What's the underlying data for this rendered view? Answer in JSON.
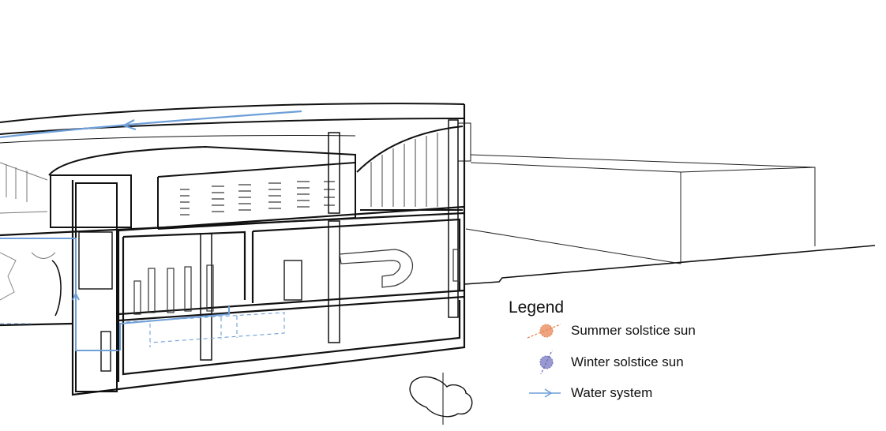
{
  "legend": {
    "title": "Legend",
    "items": [
      {
        "label": "Summer solstice sun",
        "symbol": "sun-dashed-circle",
        "color": "#f0a37f",
        "stroke": "#e08a55"
      },
      {
        "label": "Winter solstice sun",
        "symbol": "sun-dashed-circle",
        "color": "#9a9ad2",
        "stroke": "#6f6fb5"
      },
      {
        "label": "Water system",
        "symbol": "arrow-line",
        "color": "#6f9fd8"
      }
    ]
  },
  "colors": {
    "line": "#111111",
    "thin_line": "#555555",
    "water": "#6f9fd8"
  }
}
